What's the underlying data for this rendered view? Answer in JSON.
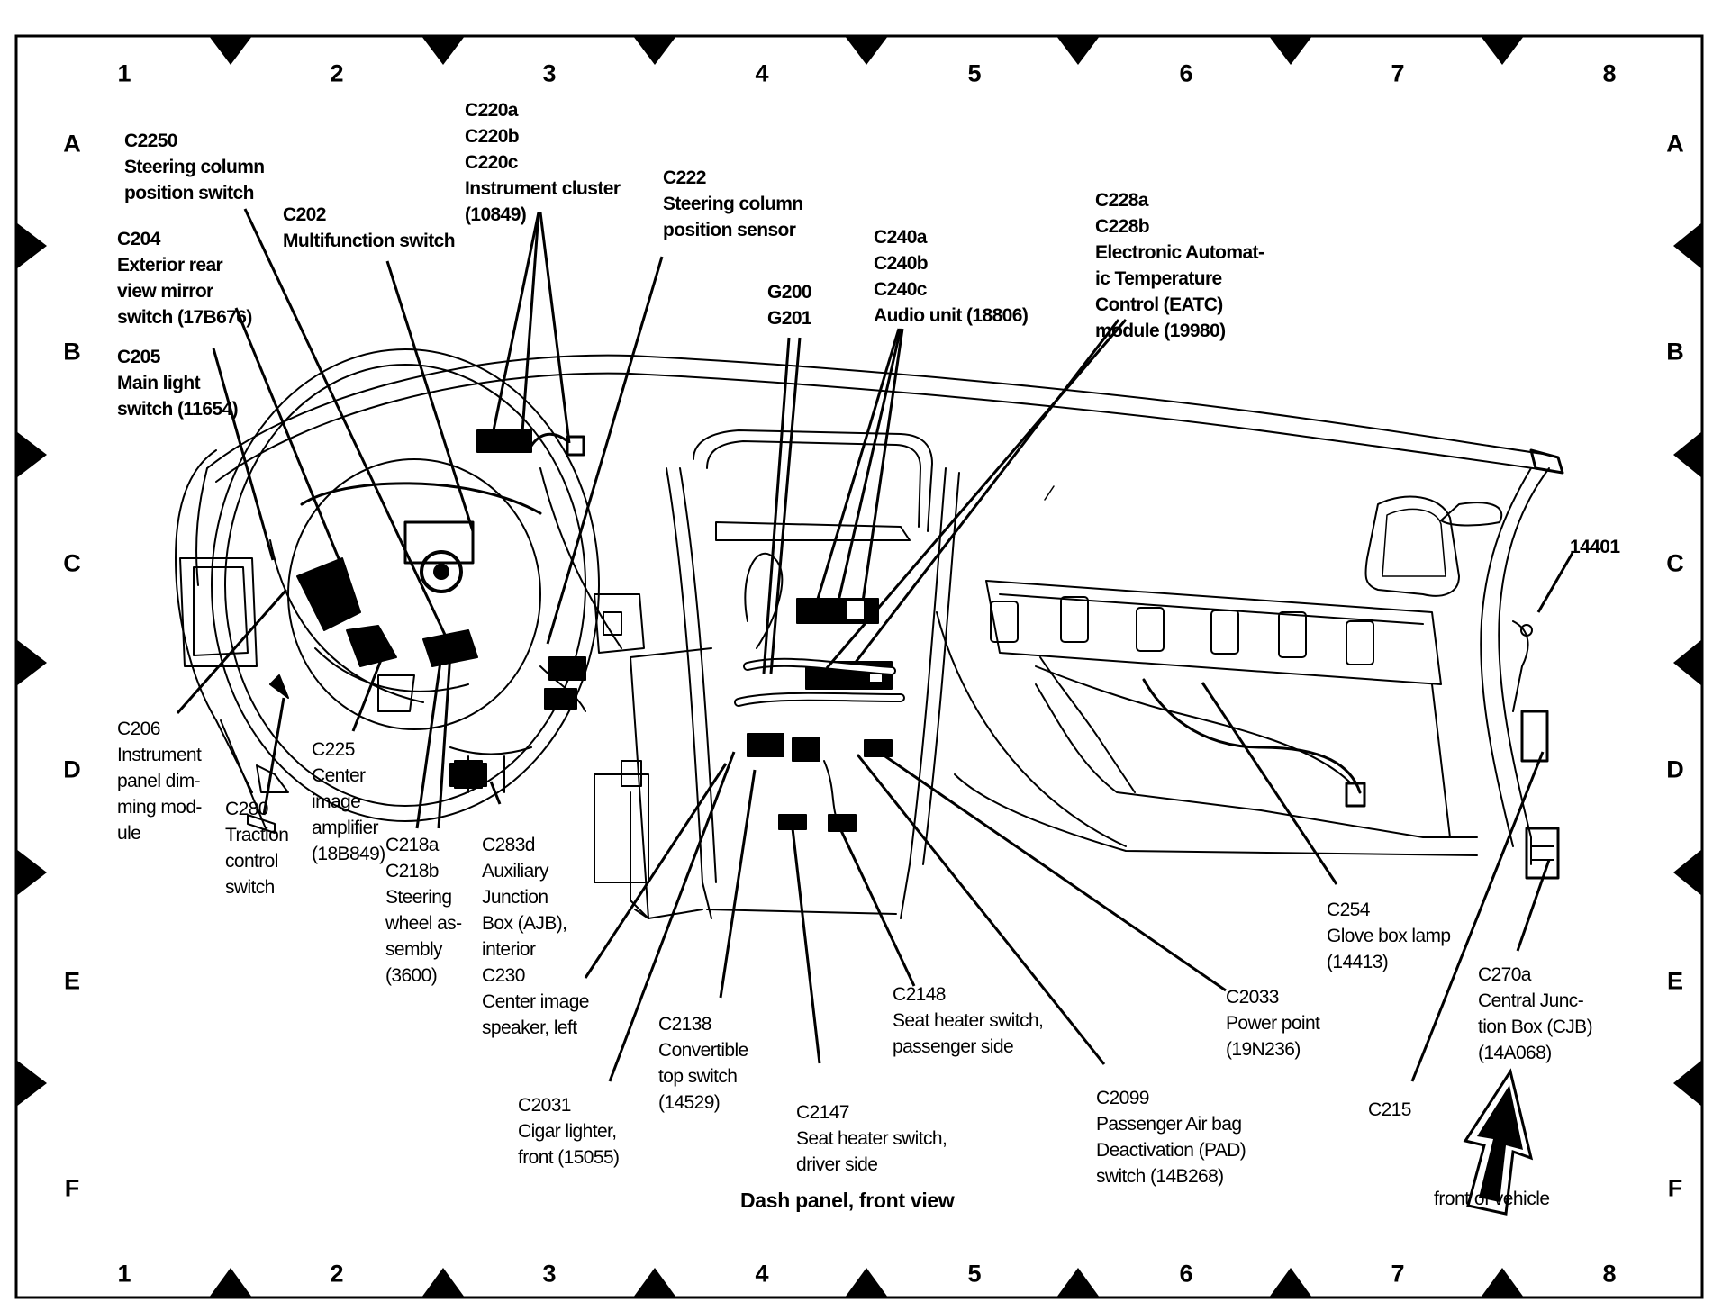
{
  "diagram": {
    "title": "Dash panel, front view",
    "orientation_label": "front of vehicle",
    "grid": {
      "columns": [
        "1",
        "2",
        "3",
        "4",
        "5",
        "6",
        "7",
        "8"
      ],
      "rows": [
        "A",
        "B",
        "C",
        "D",
        "E",
        "F"
      ]
    },
    "callouts": [
      {
        "id": "c2250",
        "lines": [
          "C2250",
          "Steering column",
          "position switch"
        ]
      },
      {
        "id": "c220",
        "lines": [
          "C220a",
          "C220b",
          "C220c",
          "Instrument cluster",
          "(10849)"
        ]
      },
      {
        "id": "c222",
        "lines": [
          "C222",
          "Steering column",
          "position sensor"
        ]
      },
      {
        "id": "c202",
        "lines": [
          "C202",
          "Multifunction switch"
        ]
      },
      {
        "id": "c204",
        "lines": [
          "C204",
          "Exterior rear",
          "view mirror",
          "switch (17B676)"
        ]
      },
      {
        "id": "c205",
        "lines": [
          "C205",
          "Main light",
          "switch (11654)"
        ]
      },
      {
        "id": "c228",
        "lines": [
          "C228a",
          "C228b",
          "Electronic Automat-",
          "ic Temperature",
          "Control (EATC)",
          "module (19980)"
        ]
      },
      {
        "id": "c240",
        "lines": [
          "C240a",
          "C240b",
          "C240c",
          "Audio unit (18806)"
        ]
      },
      {
        "id": "g200",
        "lines": [
          "G200",
          "G201"
        ]
      },
      {
        "id": "c14401",
        "lines": [
          "14401"
        ]
      },
      {
        "id": "c206",
        "lines": [
          "C206",
          "Instrument",
          "panel dim-",
          "ming mod-",
          "ule"
        ]
      },
      {
        "id": "c280",
        "lines": [
          "C280",
          "Traction",
          "control",
          "switch"
        ]
      },
      {
        "id": "c225",
        "lines": [
          "C225",
          "Center",
          "image",
          "amplifier",
          "(18B849)"
        ]
      },
      {
        "id": "c218",
        "lines": [
          "C218a",
          "C218b",
          "Steering",
          "wheel as-",
          "sembly",
          "(3600)"
        ]
      },
      {
        "id": "c283",
        "lines": [
          "C283d",
          "Auxiliary",
          "Junction",
          "Box (AJB),",
          "interior",
          "C230",
          "Center image",
          "speaker, left"
        ]
      },
      {
        "id": "c2031",
        "lines": [
          "C2031",
          "Cigar lighter,",
          "front (15055)"
        ]
      },
      {
        "id": "c2138",
        "lines": [
          "C2138",
          "Convertible",
          "top switch",
          "(14529)"
        ]
      },
      {
        "id": "c2147",
        "lines": [
          "C2147",
          "Seat heater switch,",
          "driver side"
        ]
      },
      {
        "id": "c2148",
        "lines": [
          "C2148",
          "Seat heater switch,",
          "passenger side"
        ]
      },
      {
        "id": "c2099",
        "lines": [
          "C2099",
          "Passenger Air bag",
          "Deactivation (PAD)",
          "switch (14B268)"
        ]
      },
      {
        "id": "c2033",
        "lines": [
          "C2033",
          "Power point",
          "(19N236)"
        ]
      },
      {
        "id": "c254",
        "lines": [
          "C254",
          "Glove box lamp",
          "(14413)"
        ]
      },
      {
        "id": "c270",
        "lines": [
          "C270a",
          "Central Junc-",
          "tion Box (CJB)",
          "(14A068)"
        ]
      },
      {
        "id": "c215",
        "lines": [
          "C215"
        ]
      }
    ]
  }
}
